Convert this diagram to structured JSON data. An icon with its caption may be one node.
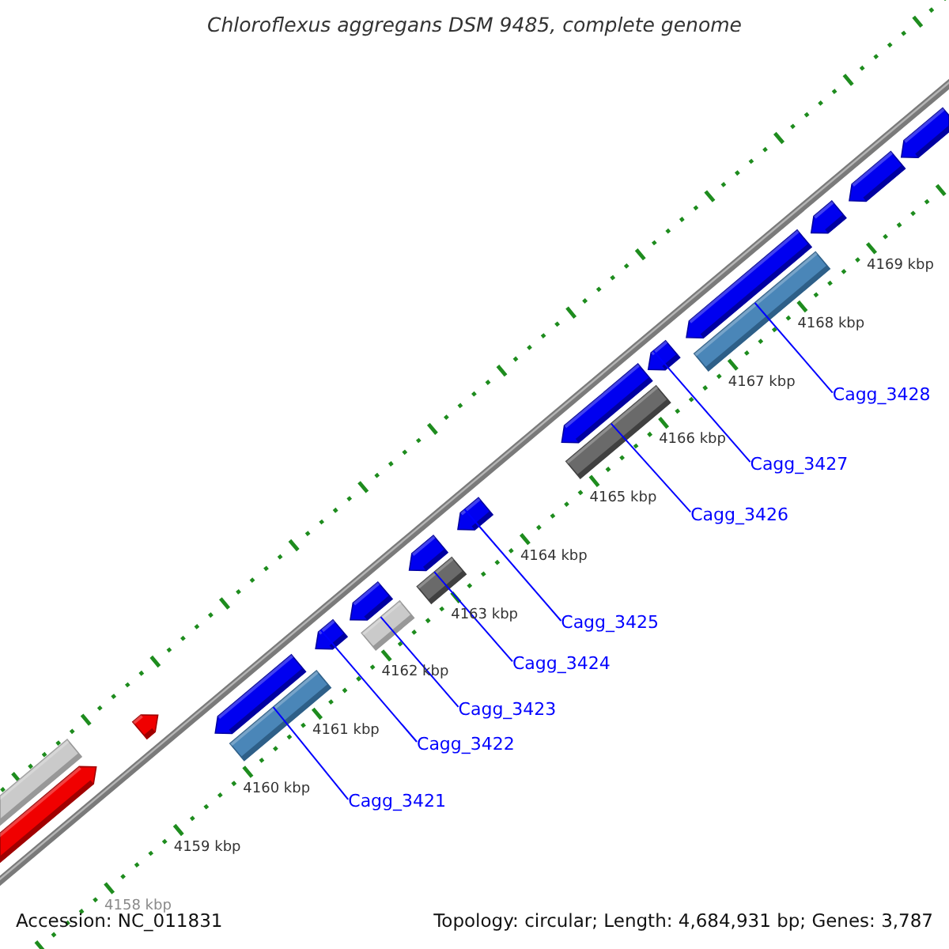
{
  "diagram": {
    "title": "Chloroflexus aggregans DSM 9485, complete genome",
    "nodes": [
      {
        "text": [],
        "shape": "bar"
      },
      {
        "text": [],
        "shape": "arrow"
      },
      {
        "text": [],
        "shape": "arrow"
      },
      {
        "text": [],
        "shape": "arrow"
      },
      {
        "text": [],
        "shape": "bar"
      },
      {
        "text": [],
        "shape": "arrow"
      },
      {
        "text": [],
        "shape": "arrow"
      },
      {
        "text": [],
        "shape": "bar"
      },
      {
        "text": [],
        "shape": "arrow"
      },
      {
        "text": [],
        "shape": "bar"
      },
      {
        "text": [],
        "shape": "arrow"
      },
      {
        "text": [],
        "shape": "arrow"
      },
      {
        "text": [],
        "shape": "bar"
      },
      {
        "text": [],
        "shape": "arrow"
      },
      {
        "text": [],
        "shape": "arrow"
      },
      {
        "text": [],
        "shape": "bar"
      },
      {
        "text": [],
        "shape": "arrow"
      },
      {
        "text": [],
        "shape": "arrow"
      },
      {
        "text": [],
        "shape": "arrow"
      },
      {
        "text": [
          "Cagg_3421"
        ]
      },
      {
        "text": [
          "Cagg_3422"
        ]
      },
      {
        "text": [
          "Cagg_3423"
        ]
      },
      {
        "text": [
          "Cagg_3424"
        ]
      },
      {
        "text": [
          "Cagg_3425"
        ]
      },
      {
        "text": [
          "Cagg_3426"
        ]
      },
      {
        "text": [
          "Cagg_3427"
        ]
      },
      {
        "text": [
          "Cagg_3428"
        ]
      }
    ],
    "edges": [
      {
        "from": 19,
        "to": 4,
        "arrow": "none"
      },
      {
        "from": 20,
        "to": 5,
        "arrow": "none"
      },
      {
        "from": 21,
        "to": 7,
        "arrow": "none"
      },
      {
        "from": 22,
        "to": 9,
        "arrow": "none"
      },
      {
        "from": 23,
        "to": 10,
        "arrow": "none"
      },
      {
        "from": 24,
        "to": 12,
        "arrow": "none"
      },
      {
        "from": 25,
        "to": 13,
        "arrow": "none"
      },
      {
        "from": 26,
        "to": 15,
        "arrow": "none"
      }
    ],
    "labels": [
      "4169 kbp",
      "4168 kbp",
      "4167 kbp",
      "4166 kbp",
      "4165 kbp",
      "4164 kbp",
      "4163 kbp",
      "4162 kbp",
      "4161 kbp",
      "4160 kbp",
      "4159 kbp",
      "4158 kbp",
      "Accession: NC_011831",
      "Topology: circular; Length: 4,684,931 bp; Genes: 3,787"
    ]
  }
}
